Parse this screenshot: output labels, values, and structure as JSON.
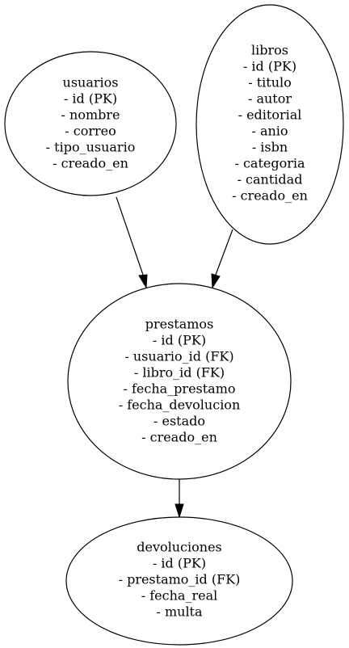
{
  "diagram": {
    "nodes": [
      {
        "id": "usuarios",
        "title": "usuarios",
        "fields": [
          "- id (PK)",
          "- nombre",
          "- correo",
          "- tipo_usuario",
          "- creado_en"
        ]
      },
      {
        "id": "libros",
        "title": "libros",
        "fields": [
          "- id (PK)",
          "- titulo",
          "- autor",
          "- editorial",
          "- anio",
          "- isbn",
          "- categoria",
          "- cantidad",
          "- creado_en"
        ]
      },
      {
        "id": "prestamos",
        "title": "prestamos",
        "fields": [
          "- id (PK)",
          "- usuario_id (FK)",
          "- libro_id (FK)",
          "- fecha_prestamo",
          "- fecha_devolucion",
          "- estado",
          "- creado_en"
        ]
      },
      {
        "id": "devoluciones",
        "title": "devoluciones",
        "fields": [
          "- id (PK)",
          "- prestamo_id (FK)",
          "- fecha_real",
          "- multa"
        ]
      }
    ],
    "edges": [
      {
        "from": "usuarios",
        "to": "prestamos"
      },
      {
        "from": "libros",
        "to": "prestamos"
      },
      {
        "from": "prestamos",
        "to": "devoluciones"
      }
    ]
  }
}
